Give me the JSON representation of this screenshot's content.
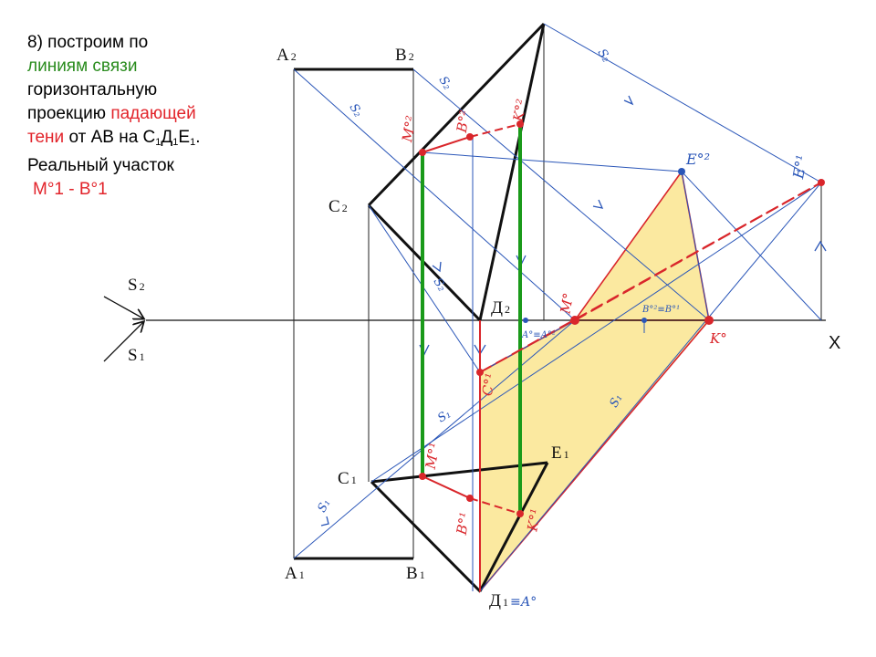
{
  "caption": {
    "l1": "8) построим по",
    "l2": "линиям связи",
    "l3": "горизонтальную",
    "l4a": "проекцию ",
    "l4b": "падающей",
    "l5a": "тени",
    "l5b": " от АВ на С",
    "l5c": "1",
    "l5d": "Д",
    "l5e": "1",
    "l5f": "Е",
    "l5g": "1",
    "l5h": ".",
    "l6": "Реальный участок",
    "l7": "М°1 - В°1"
  },
  "labels": {
    "A2": "А",
    "A2_sub": "2",
    "B2": "В",
    "B2_sub": "2",
    "C2": "С",
    "C2_sub": "2",
    "D2": "Д",
    "D2_sub": "2",
    "A1": "А",
    "A1_sub": "1",
    "B1": "В",
    "B1_sub": "1",
    "C1": "С",
    "C1_sub": "1",
    "E1": "Е",
    "E1_sub": "1",
    "D1": "Д",
    "D1_sub": "1",
    "D1_eq": "≡А°",
    "S2": "S",
    "S2_sub": "2",
    "S1": "S",
    "S1_sub": "1",
    "X": "X",
    "Mo2": "M°²",
    "Bo2": "B°²",
    "Ko2": "K°²",
    "Eo2": "E°²",
    "Eo1": "E°¹",
    "Mo": "M°",
    "Ko": "K°",
    "BoEq": "B°²≡B°¹",
    "Ao": "A°≡A°²",
    "Co1": "C°¹",
    "Mo1": "M°¹",
    "Bo1": "B°¹",
    "Ko1": "K°¹",
    "s2": "S₂",
    "s1": "S₁"
  },
  "colors": {
    "ink": "#111111",
    "construction_blue": "#2a56b8",
    "shadow_red": "#d9262b",
    "shadow_fill": "#fbe9a0",
    "link_green": "#1a9a1a"
  }
}
